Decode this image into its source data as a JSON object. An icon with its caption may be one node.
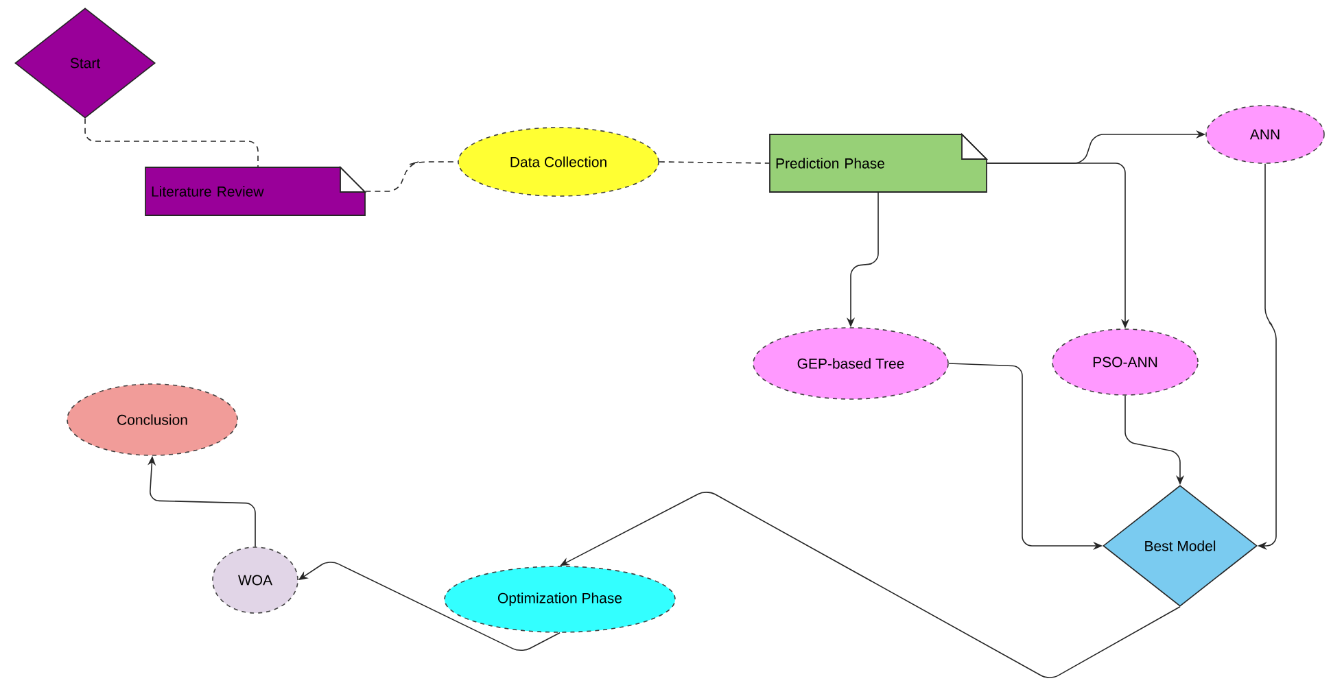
{
  "diagram": {
    "nodes": [
      {
        "text": [
          "Start"
        ]
      },
      {
        "text": [
          "Literature Review"
        ]
      },
      {
        "text": [
          "Data Collection"
        ]
      },
      {
        "text": [
          "Prediction Phase"
        ]
      },
      {
        "text": [
          "ANN"
        ]
      },
      {
        "text": [
          "GEP-based Tree"
        ]
      },
      {
        "text": [
          "PSO-ANN"
        ]
      },
      {
        "text": [
          "Best Model"
        ]
      },
      {
        "text": [
          "Optimization Phase"
        ]
      },
      {
        "text": [
          "WOA"
        ]
      },
      {
        "text": [
          "Conclusion"
        ]
      }
    ],
    "edges": [
      {
        "from": 0,
        "to": 1,
        "arrow": "none",
        "style": "dashed"
      },
      {
        "from": 1,
        "to": 2,
        "arrow": "none",
        "style": "dashed"
      },
      {
        "from": 2,
        "to": 3,
        "arrow": "none",
        "style": "dashed"
      },
      {
        "from": 3,
        "to": 4,
        "arrow": "to"
      },
      {
        "from": 3,
        "to": 6,
        "arrow": "to"
      },
      {
        "from": 3,
        "to": 5,
        "arrow": "to"
      },
      {
        "from": 4,
        "to": 7,
        "arrow": "to"
      },
      {
        "from": 5,
        "to": 7,
        "arrow": "to"
      },
      {
        "from": 6,
        "to": 7,
        "arrow": "to"
      },
      {
        "from": 7,
        "to": 8,
        "arrow": "to"
      },
      {
        "from": 8,
        "to": 9,
        "arrow": "to"
      },
      {
        "from": 9,
        "to": 10,
        "arrow": "to"
      }
    ]
  }
}
